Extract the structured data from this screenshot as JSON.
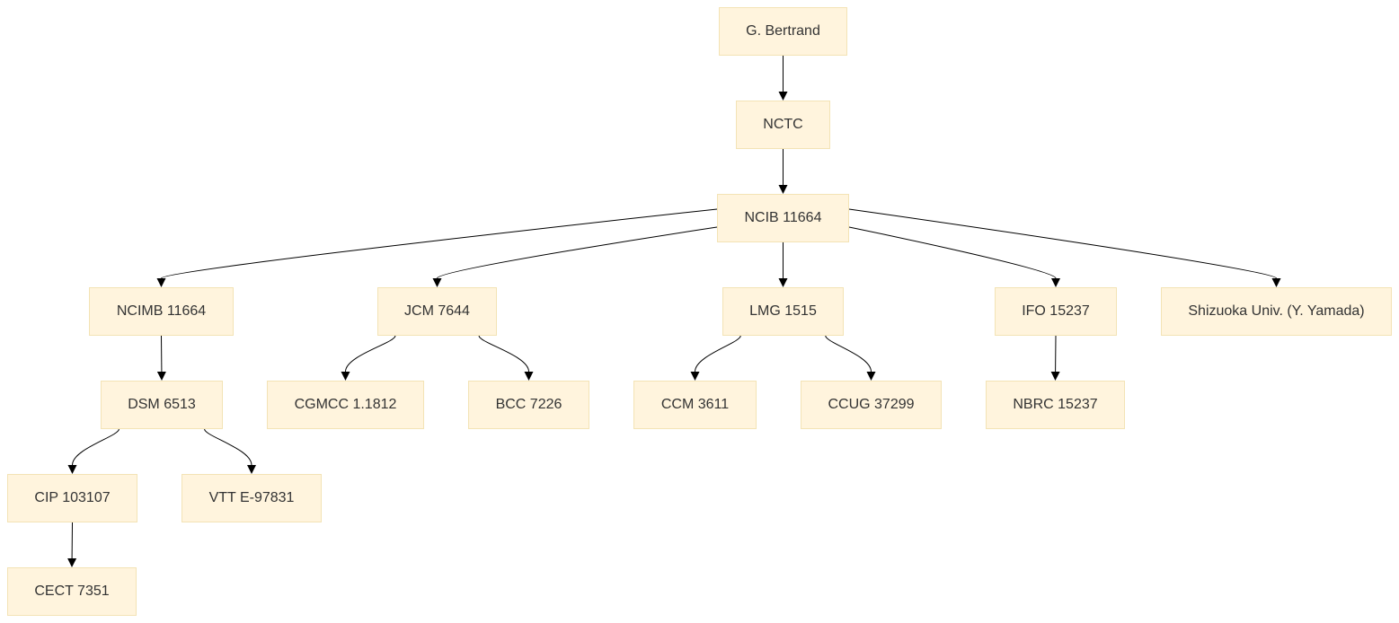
{
  "nodes": {
    "bertrand": "G. Bertrand",
    "nctc": "NCTC",
    "ncib": "NCIB 11664",
    "ncimb": "NCIMB 11664",
    "jcm": "JCM 7644",
    "lmg": "LMG 1515",
    "ifo": "IFO 15237",
    "shizuoka": "Shizuoka Univ. (Y. Yamada)",
    "dsm": "DSM 6513",
    "cgmcc": "CGMCC 1.1812",
    "bcc": "BCC 7226",
    "ccm": "CCM 3611",
    "ccug": "CCUG 37299",
    "nbrc": "NBRC 15237",
    "cip": "CIP 103107",
    "vtt": "VTT E-97831",
    "cect": "CECT 7351"
  },
  "edges": [
    [
      "bertrand",
      "nctc"
    ],
    [
      "nctc",
      "ncib"
    ],
    [
      "ncib",
      "ncimb"
    ],
    [
      "ncib",
      "jcm"
    ],
    [
      "ncib",
      "lmg"
    ],
    [
      "ncib",
      "ifo"
    ],
    [
      "ncib",
      "shizuoka"
    ],
    [
      "ncimb",
      "dsm"
    ],
    [
      "jcm",
      "cgmcc"
    ],
    [
      "jcm",
      "bcc"
    ],
    [
      "lmg",
      "ccm"
    ],
    [
      "lmg",
      "ccug"
    ],
    [
      "ifo",
      "nbrc"
    ],
    [
      "dsm",
      "cip"
    ],
    [
      "dsm",
      "vtt"
    ],
    [
      "cip",
      "cect"
    ]
  ]
}
